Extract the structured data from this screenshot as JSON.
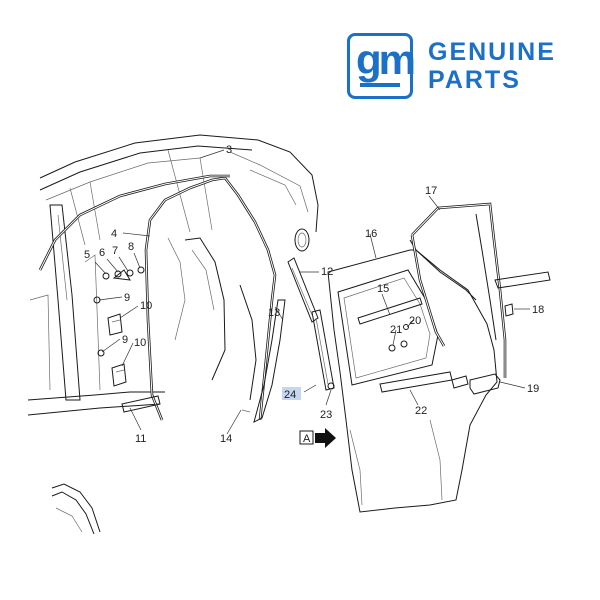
{
  "brand": {
    "logo_text": "gm",
    "line1": "GENUINE",
    "line2": "PARTS",
    "color": "#1b70c8"
  },
  "diagram": {
    "highlight_color": "#c5d6ee",
    "view_marker": "A",
    "callouts": {
      "c3": "3",
      "c4": "4",
      "c5": "5",
      "c6": "6",
      "c7": "7",
      "c8": "8",
      "c9a": "9",
      "c9b": "9",
      "c10a": "10",
      "c10b": "10",
      "c11": "11",
      "c12": "12",
      "c13": "13",
      "c14": "14",
      "c15": "15",
      "c16": "16",
      "c17": "17",
      "c18": "18",
      "c19": "19",
      "c20": "20",
      "c21": "21",
      "c22": "22",
      "c23": "23",
      "c24": "24"
    }
  }
}
